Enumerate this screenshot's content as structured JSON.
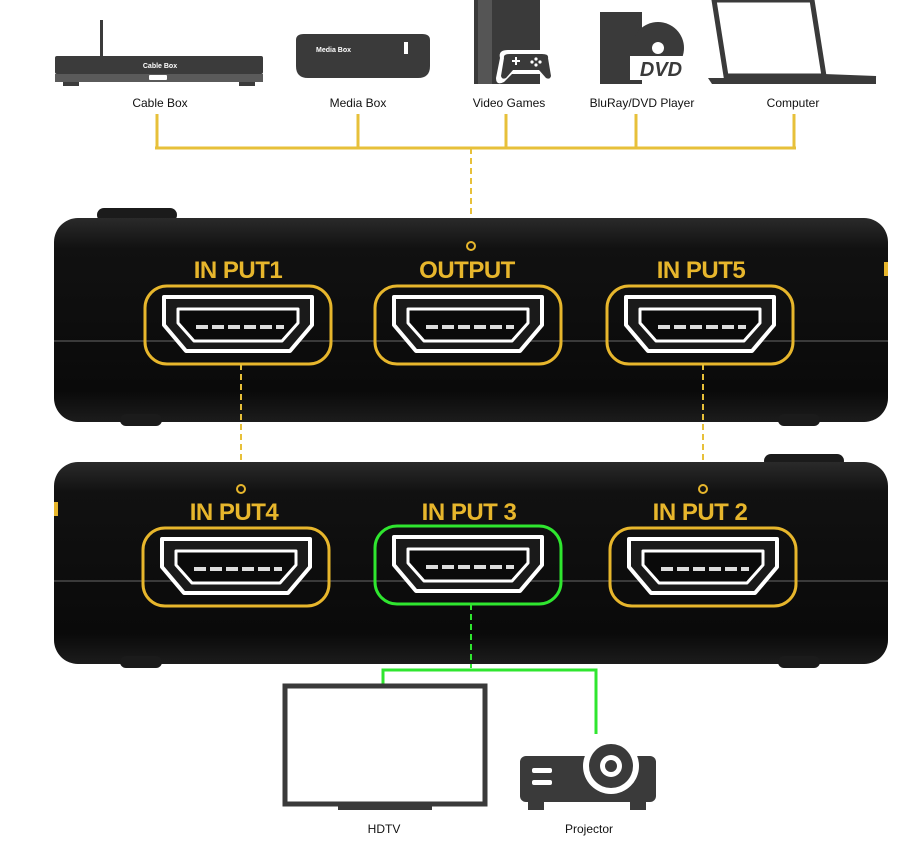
{
  "devices": {
    "cable_box": {
      "label": "Cable Box",
      "badge": "Cable Box"
    },
    "media_box": {
      "label": "Media Box",
      "badge": "Media Box"
    },
    "video_games": {
      "label": "Video Games"
    },
    "bluray": {
      "label": "BluRay/DVD Player",
      "badge": "DVD"
    },
    "computer": {
      "label": "Computer"
    },
    "hdtv": {
      "label": "HDTV"
    },
    "projector": {
      "label": "Projector"
    }
  },
  "switch_top": {
    "ports": [
      {
        "label": "IN PUT1"
      },
      {
        "label": "OUTPUT"
      },
      {
        "label": "IN PUT5"
      }
    ]
  },
  "switch_bottom": {
    "ports": [
      {
        "label": "IN PUT4"
      },
      {
        "label": "IN PUT 3"
      },
      {
        "label": "IN PUT 2"
      }
    ]
  },
  "colors": {
    "input_highlight": "#e7b62c",
    "output_highlight": "#2fe62f",
    "switch_body": "#0d0d0d"
  }
}
